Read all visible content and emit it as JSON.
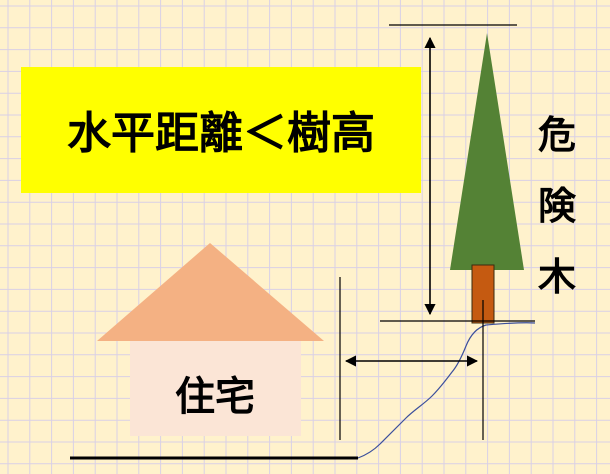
{
  "title_box": {
    "text": "水平距離＜樹高",
    "background": "#FFFF00"
  },
  "danger_label": {
    "chars": [
      "危",
      "険",
      "木"
    ]
  },
  "house": {
    "label": "住宅",
    "roof_color": "#F4B183",
    "wall_color": "#FBE5D6"
  },
  "tree": {
    "foliage_color": "#548235",
    "trunk_color": "#C55A11"
  },
  "colors": {
    "background": "#FFF2CC",
    "grid": "#D9D0E6",
    "line": "#000000"
  }
}
